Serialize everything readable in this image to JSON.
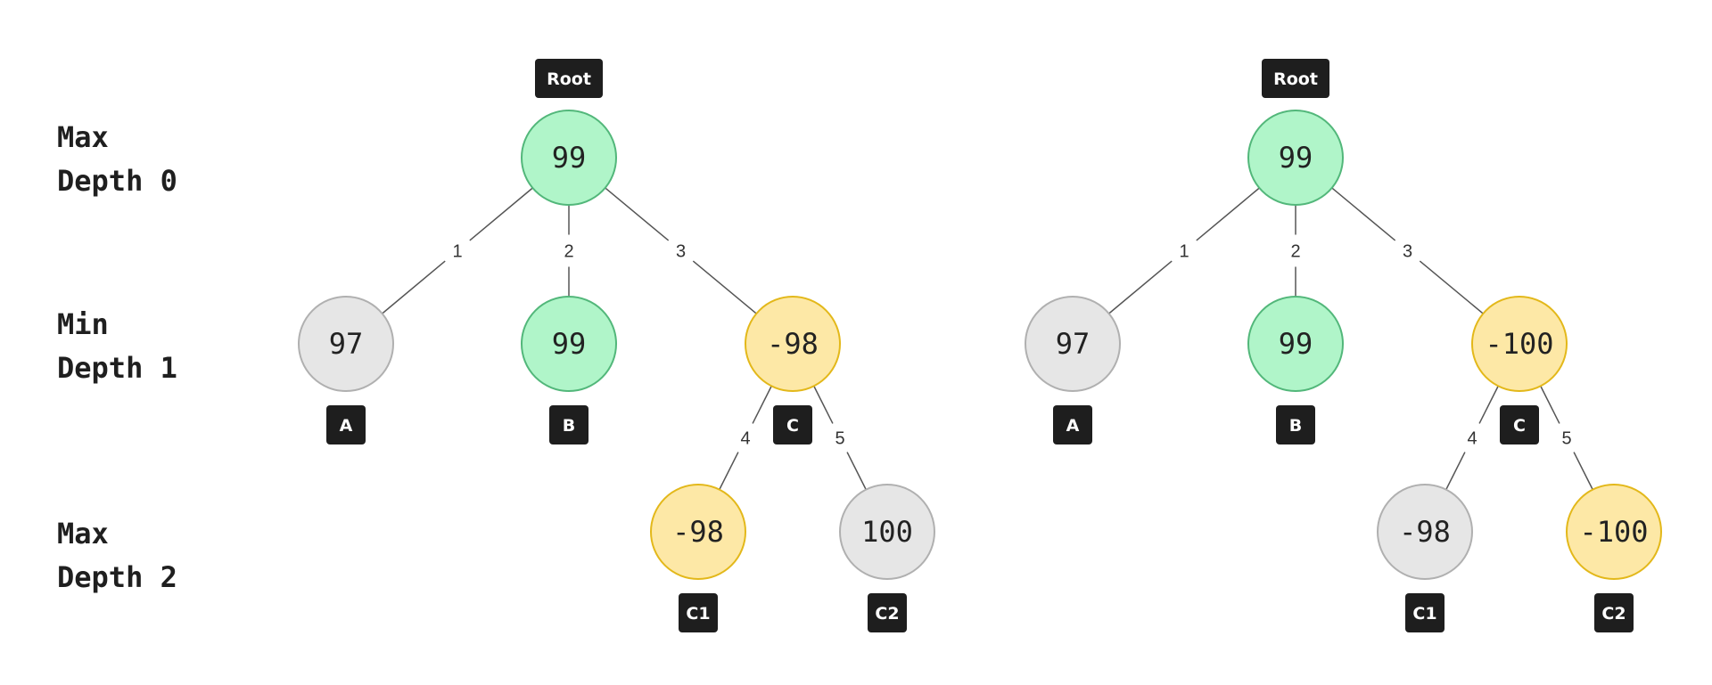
{
  "levels": [
    {
      "role": "Max",
      "depth": "Depth 0"
    },
    {
      "role": "Min",
      "depth": "Depth 1"
    },
    {
      "role": "Max",
      "depth": "Depth 2"
    }
  ],
  "colors": {
    "green_fill": "#b0f5c9",
    "green_stroke": "#52b77a",
    "yellow_fill": "#fde8a6",
    "yellow_stroke": "#e3b81a",
    "gray_fill": "#e6e6e6",
    "gray_stroke": "#b0b0b0",
    "tag_bg": "#1e1e1e",
    "edge": "#555555"
  },
  "trees": [
    {
      "nodes": [
        {
          "id": "root",
          "value": "99",
          "tag": "Root",
          "color": "green"
        },
        {
          "id": "a",
          "value": "97",
          "tag": "A",
          "color": "gray"
        },
        {
          "id": "b",
          "value": "99",
          "tag": "B",
          "color": "green"
        },
        {
          "id": "c",
          "value": "-98",
          "tag": "C",
          "color": "yellow"
        },
        {
          "id": "c1",
          "value": "-98",
          "tag": "C1",
          "color": "yellow"
        },
        {
          "id": "c2",
          "value": "100",
          "tag": "C2",
          "color": "gray"
        }
      ],
      "edges": [
        {
          "from": "root",
          "to": "a",
          "label": "1"
        },
        {
          "from": "root",
          "to": "b",
          "label": "2"
        },
        {
          "from": "root",
          "to": "c",
          "label": "3"
        },
        {
          "from": "c",
          "to": "c1",
          "label": "4"
        },
        {
          "from": "c",
          "to": "c2",
          "label": "5"
        }
      ]
    },
    {
      "nodes": [
        {
          "id": "root",
          "value": "99",
          "tag": "Root",
          "color": "green"
        },
        {
          "id": "a",
          "value": "97",
          "tag": "A",
          "color": "gray"
        },
        {
          "id": "b",
          "value": "99",
          "tag": "B",
          "color": "green"
        },
        {
          "id": "c",
          "value": "-100",
          "tag": "C",
          "color": "yellow"
        },
        {
          "id": "c1",
          "value": "-98",
          "tag": "C1",
          "color": "gray"
        },
        {
          "id": "c2",
          "value": "-100",
          "tag": "C2",
          "color": "yellow"
        }
      ],
      "edges": [
        {
          "from": "root",
          "to": "a",
          "label": "1"
        },
        {
          "from": "root",
          "to": "b",
          "label": "2"
        },
        {
          "from": "root",
          "to": "c",
          "label": "3"
        },
        {
          "from": "c",
          "to": "c1",
          "label": "4"
        },
        {
          "from": "c",
          "to": "c2",
          "label": "5"
        }
      ]
    }
  ]
}
